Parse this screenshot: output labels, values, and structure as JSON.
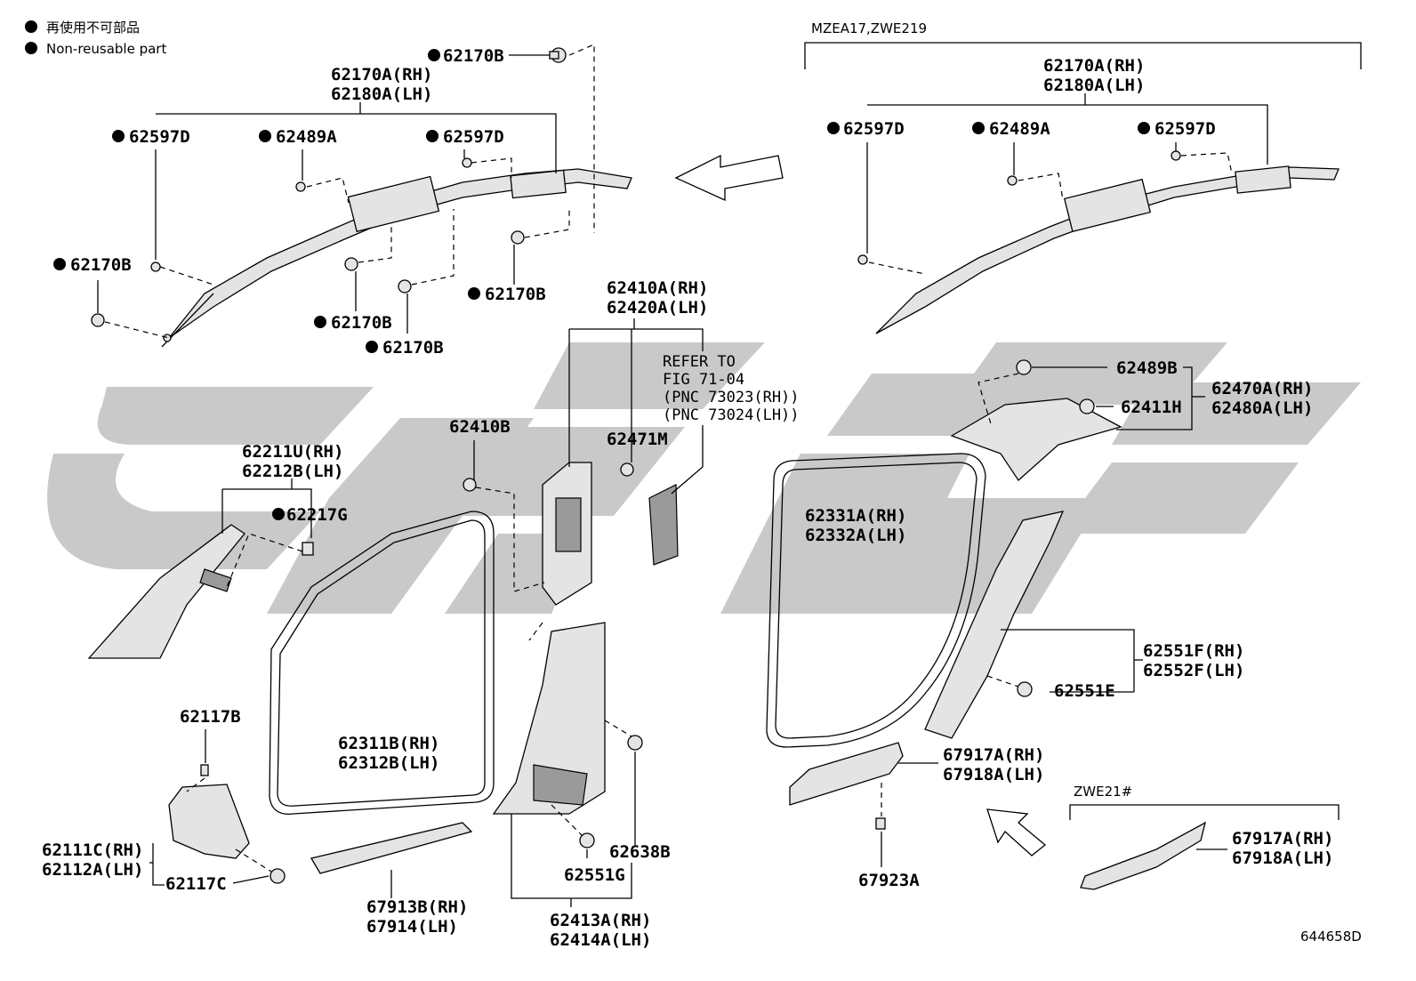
{
  "legend": {
    "line1": "再使用不可部品",
    "line2": "Non-reusable part"
  },
  "variant_top_right": "MZEA17,ZWE219",
  "variant_bottom_right": "ZWE21#",
  "diagram_id": "644658D",
  "refer_note": {
    "l1": "REFER TO",
    "l2": "FIG 71-04",
    "l3": "(PNC 73023(RH))",
    "l4": "(PNC 73024(LH))"
  },
  "labels": {
    "l62170B_top": "62170B",
    "l62170A_rh": "62170A(RH)",
    "l62180A_lh": "62180A(LH)",
    "l62597D_a": "62597D",
    "l62489A_a": "62489A",
    "l62597D_b": "62597D",
    "l62170B_left": "62170B",
    "l62170B_mid1": "62170B",
    "l62170B_mid2": "62170B",
    "l62170B_right": "62170B",
    "r62170A_rh": "62170A(RH)",
    "r62180A_lh": "62180A(LH)",
    "r62597D_a": "62597D",
    "r62489A": "62489A",
    "r62597D_b": "62597D",
    "l62410A_rh": "62410A(RH)",
    "l62420A_lh": "62420A(LH)",
    "l62410B": "62410B",
    "l62471M": "62471M",
    "l62211U_rh": "62211U(RH)",
    "l62212B_lh": "62212B(LH)",
    "l62217G": "62217G",
    "l62489B": "62489B",
    "l62411H": "62411H",
    "l62470A_rh": "62470A(RH)",
    "l62480A_lh": "62480A(LH)",
    "l62331A_rh": "62331A(RH)",
    "l62332A_lh": "62332A(LH)",
    "l62551F_rh": "62551F(RH)",
    "l62552F_lh": "62552F(LH)",
    "l62551E": "62551E",
    "l62117B": "62117B",
    "l62311B_rh": "62311B(RH)",
    "l62312B_lh": "62312B(LH)",
    "l62111C_rh": "62111C(RH)",
    "l62112A_lh": "62112A(LH)",
    "l62117C": "62117C",
    "l67913B_rh": "67913B(RH)",
    "l67914_lh": "67914(LH)",
    "l62638B": "62638B",
    "l62551G": "62551G",
    "l62413A_rh": "62413A(RH)",
    "l62414A_lh": "62414A(LH)",
    "l67917A_rh": "67917A(RH)",
    "l67918A_lh": "67918A(LH)",
    "l67923A": "67923A",
    "l67917A_rh2": "67917A(RH)",
    "l67918A_lh2": "67918A(LH)"
  },
  "colors": {
    "watermark": "#c9c9c9",
    "part_fill": "#e4e4e4",
    "part_dark": "#9a9a9a",
    "line": "#000000"
  }
}
